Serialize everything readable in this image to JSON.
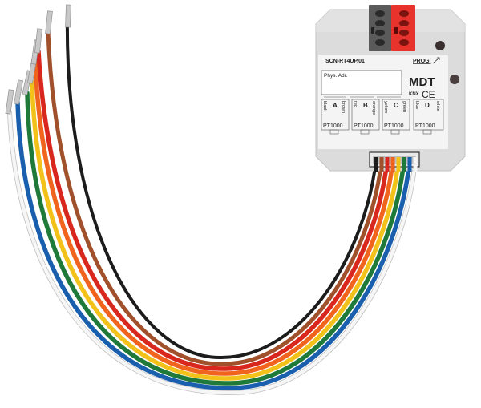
{
  "device": {
    "model": "SCN-RT4UP.01",
    "prog_label": "PROG.",
    "phys_addr_label": "Phys. Adr.",
    "brand": "MDT",
    "bus_label": "KNX",
    "cert_mark": "CE",
    "housing_color": "#dcdcdc",
    "label_color": "#f4f4f4",
    "bus_terminal_colors": {
      "grey": "#5a5a5a",
      "red": "#e8322c"
    }
  },
  "channels": [
    {
      "id": "A",
      "wire1": "black",
      "wire2": "brown",
      "sensor": "PT1000"
    },
    {
      "id": "B",
      "wire1": "red",
      "wire2": "orange",
      "sensor": "PT1000"
    },
    {
      "id": "C",
      "wire1": "yellow",
      "wire2": "green",
      "sensor": "PT1000"
    },
    {
      "id": "D",
      "wire1": "blue",
      "wire2": "white",
      "sensor": "PT1000"
    }
  ],
  "wire_colors": {
    "black": "#1c1c1c",
    "brown": "#a0502a",
    "red": "#d8281e",
    "orange": "#f0641e",
    "yellow": "#f2c21a",
    "green": "#1f7a3a",
    "blue": "#1a5fae",
    "white": "#f4f4f4"
  }
}
